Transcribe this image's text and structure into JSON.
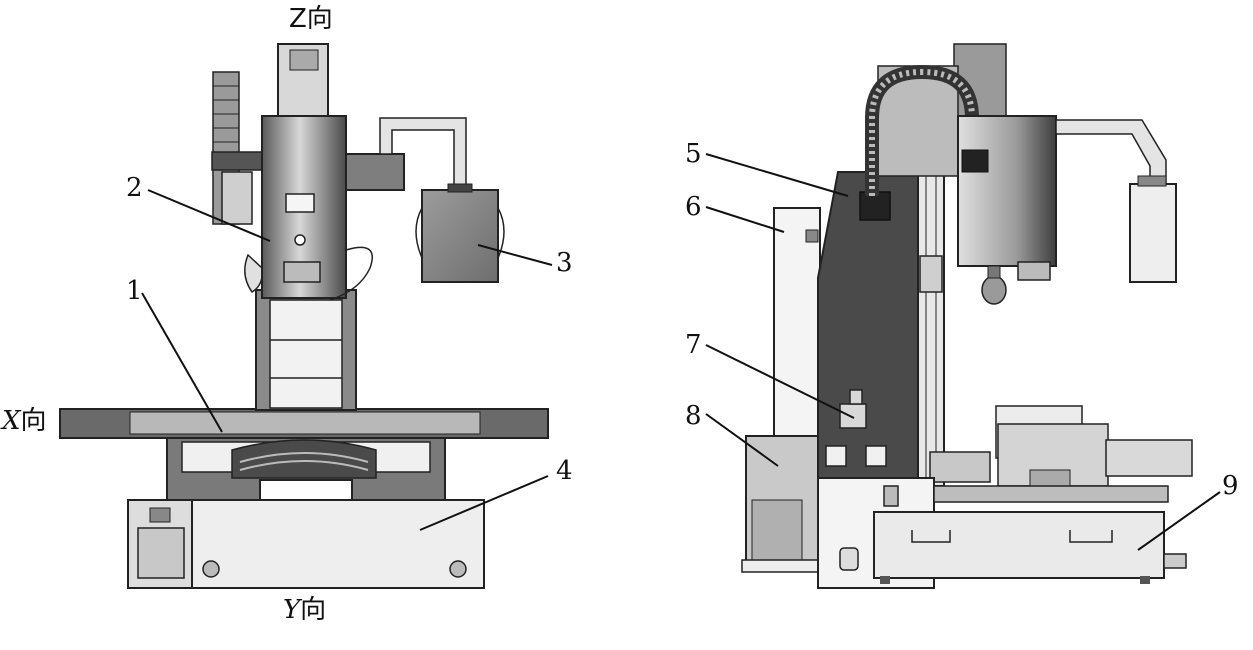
{
  "left_view": {
    "axes": {
      "z_label": "Z向",
      "x_letter": "X",
      "x_suffix": "向",
      "y_letter": "Y",
      "y_suffix": "向"
    },
    "callouts": [
      "1",
      "2",
      "3",
      "4"
    ]
  },
  "right_view": {
    "callouts": [
      "5",
      "6",
      "7",
      "8",
      "9"
    ]
  },
  "colors": {
    "dark": "#3a3a3a",
    "mid": "#777777",
    "light": "#bdbdbd",
    "pale": "#e6e6e6",
    "line": "#111111"
  }
}
